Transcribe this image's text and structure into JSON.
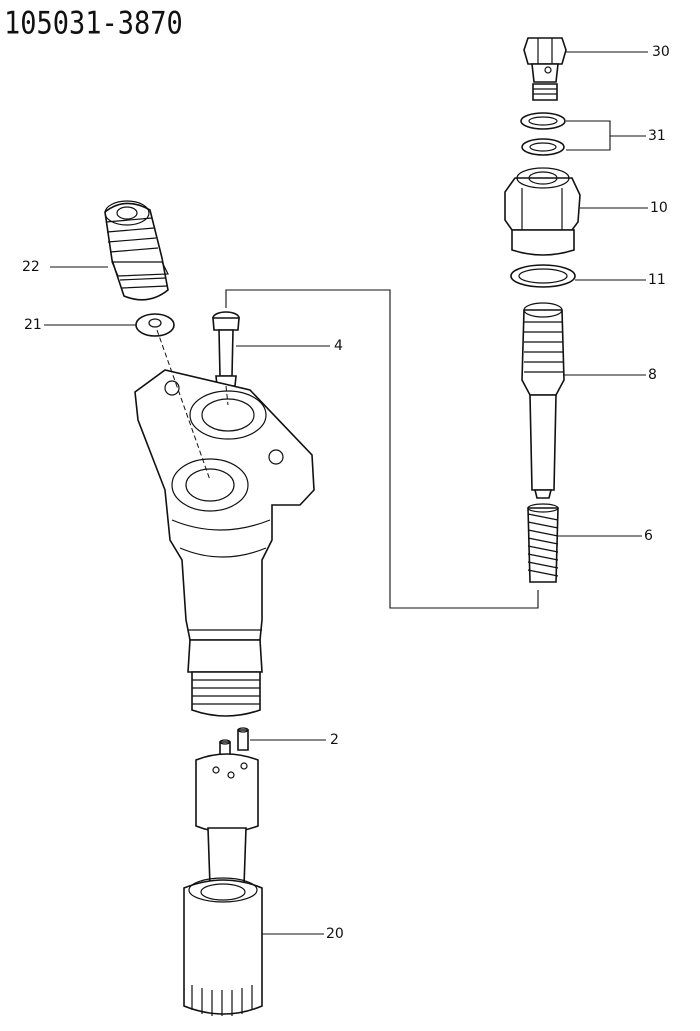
{
  "drawing": {
    "part_number": "105031-3870"
  },
  "callouts": [
    {
      "id": "30",
      "label": "30"
    },
    {
      "id": "31",
      "label": "31"
    },
    {
      "id": "10",
      "label": "10"
    },
    {
      "id": "11",
      "label": "11"
    },
    {
      "id": "8",
      "label": "8"
    },
    {
      "id": "6",
      "label": "6"
    },
    {
      "id": "22",
      "label": "22"
    },
    {
      "id": "21",
      "label": "21"
    },
    {
      "id": "4",
      "label": "4"
    },
    {
      "id": "2",
      "label": "2"
    },
    {
      "id": "20",
      "label": "20"
    }
  ]
}
